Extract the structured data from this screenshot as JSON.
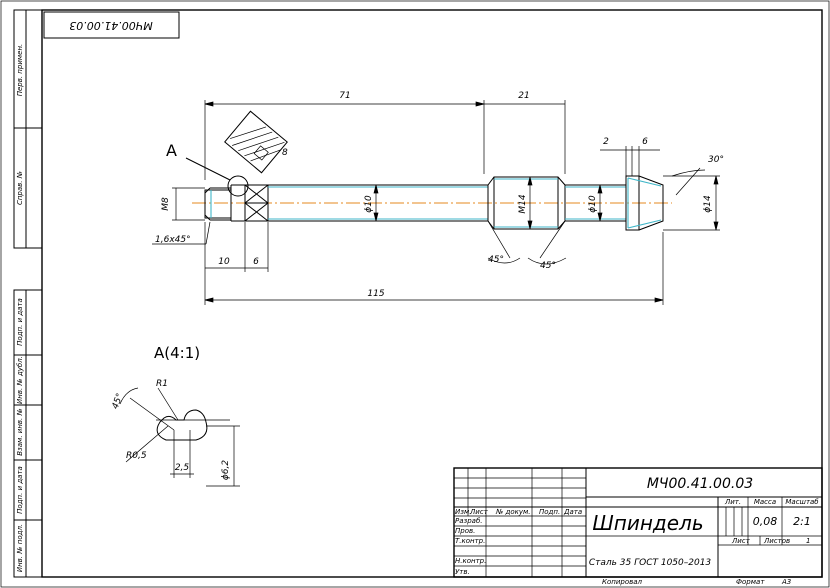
{
  "drawing": {
    "stamp_rotated": "МЧ00.41.00.03",
    "side_labels": [
      "Перв. примен.",
      "Справ. №",
      "Подп. и дата",
      "Инв. № дубл.",
      "Взам. инв. №",
      "Подп. и дата",
      "Инв. № подл."
    ],
    "view_label": "A",
    "detail_label": "A(4:1)"
  },
  "dims": {
    "d71": "71",
    "d21": "21",
    "d2": "2",
    "d6top": "6",
    "a30": "30°",
    "m8": "M8",
    "phi10a": "ϕ10",
    "m14": "M14",
    "phi10b": "ϕ10",
    "phi14": "ϕ14",
    "chamfer": "1,6x45°",
    "d10": "10",
    "d6": "6",
    "a45a": "45°",
    "a45b": "45°",
    "d115": "115",
    "k8": "8"
  },
  "detail": {
    "a45": "45°",
    "r1": "R1",
    "r05": "R0,5",
    "d25": "2,5",
    "phi62": "ϕ6,2"
  },
  "title_block": {
    "designation": "МЧ00.41.00.03",
    "name": "Шпиндель",
    "material": "Сталь 35 ГОСТ 1050–2013",
    "col_lit": "Лит.",
    "col_mass": "Масса",
    "col_scale": "Масштаб",
    "mass": "0,08",
    "scale": "2:1",
    "sheet_label": "Лист",
    "sheets_label": "Листов",
    "sheets_value": "1",
    "hdr_izm": "Изм.",
    "hdr_list": "Лист",
    "hdr_doc": "№ докум.",
    "hdr_sign": "Подп.",
    "hdr_date": "Дата",
    "row_razrab": "Разраб.",
    "row_prov": "Пров.",
    "row_tkontr": "Т.контр.",
    "row_nkontr": "Н.контр.",
    "row_utv": "Утв.",
    "copied": "Копировал",
    "format_label": "Формат",
    "format_value": "A3"
  }
}
